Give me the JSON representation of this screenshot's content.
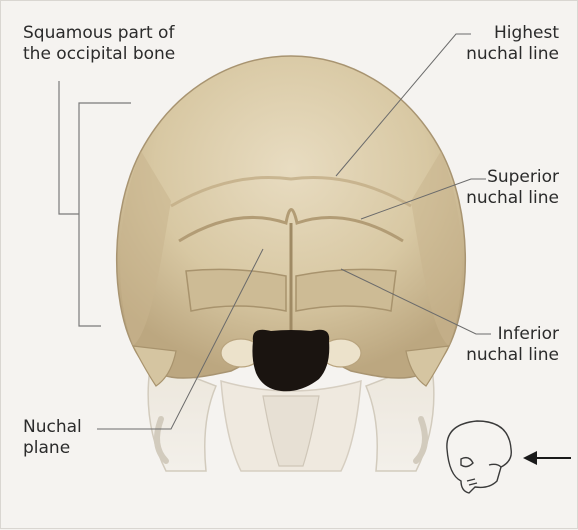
{
  "labels": {
    "squamous": {
      "line1": "Squamous part of",
      "line2": "the occipital bone"
    },
    "highest": {
      "line1": "Highest",
      "line2": "nuchal line"
    },
    "superior": {
      "line1": "Superior",
      "line2": "nuchal line"
    },
    "inferior": {
      "line1": "Inferior",
      "line2": "nuchal line"
    },
    "nuchal_plane": {
      "line1": "Nuchal",
      "line2": "plane"
    }
  },
  "colors": {
    "bone": "#d9c9a6",
    "bone_dark": "#b9a47e",
    "bone_light": "#ede2c8",
    "foramen": "#1a1410",
    "leader": "#6b6b6b"
  },
  "icons": [
    "skull-lateral-orientation-icon",
    "view-direction-arrow-icon"
  ]
}
